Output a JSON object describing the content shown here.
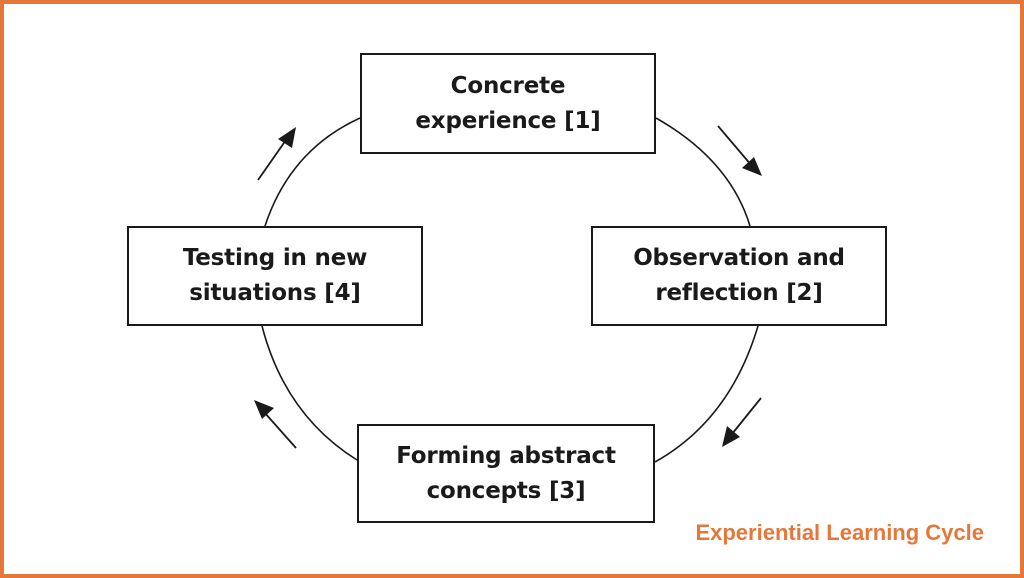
{
  "colors": {
    "border": "#e4773a",
    "caption": "#e4773a",
    "ink": "#1a1a1a"
  },
  "cycle": {
    "nodes": [
      {
        "id": "node-1",
        "lines": [
          "Concrete",
          "experience [1]"
        ]
      },
      {
        "id": "node-2",
        "lines": [
          "Observation and",
          "reflection [2]"
        ]
      },
      {
        "id": "node-3",
        "lines": [
          "Forming abstract",
          "concepts [3]"
        ]
      },
      {
        "id": "node-4",
        "lines": [
          "Testing in new",
          "situations [4]"
        ]
      }
    ],
    "flow": [
      "node-1",
      "node-2",
      "node-3",
      "node-4",
      "node-1"
    ]
  },
  "caption": "Experiential Learning Cycle"
}
